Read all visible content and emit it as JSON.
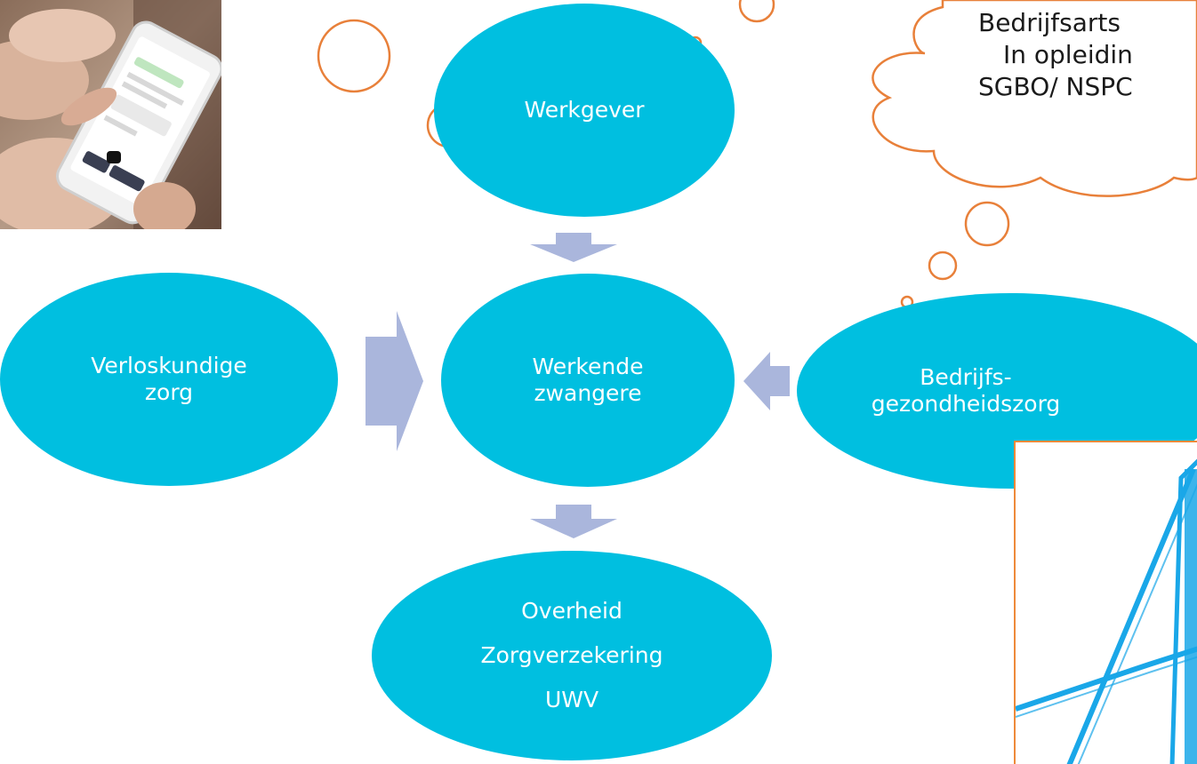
{
  "nodes": {
    "werkgever": "Werkgever",
    "center_line1": "Werkende",
    "center_line2": "zwangere",
    "verlos_line1": "Verloskundige",
    "verlos_line2": "zorg",
    "bedrijf_line1": "Bedrijfs-",
    "bedrijf_line2": "gezondheidszorg",
    "bottom_line1": "Overheid",
    "bottom_line2": "Zorgverzekering",
    "bottom_line3": "UWV"
  },
  "cloud": {
    "line1": "Bedrijfsarts",
    "line2": "In opleidin",
    "line3": "SGBO/ NSPC"
  },
  "colors": {
    "node_fill": "#00bfe0",
    "arrow_fill": "#aab6dc",
    "bubble_stroke": "#e8803a",
    "logo_blue": "#1aa7e8"
  },
  "icons": [
    "phone-photo",
    "logo-a-icon"
  ]
}
